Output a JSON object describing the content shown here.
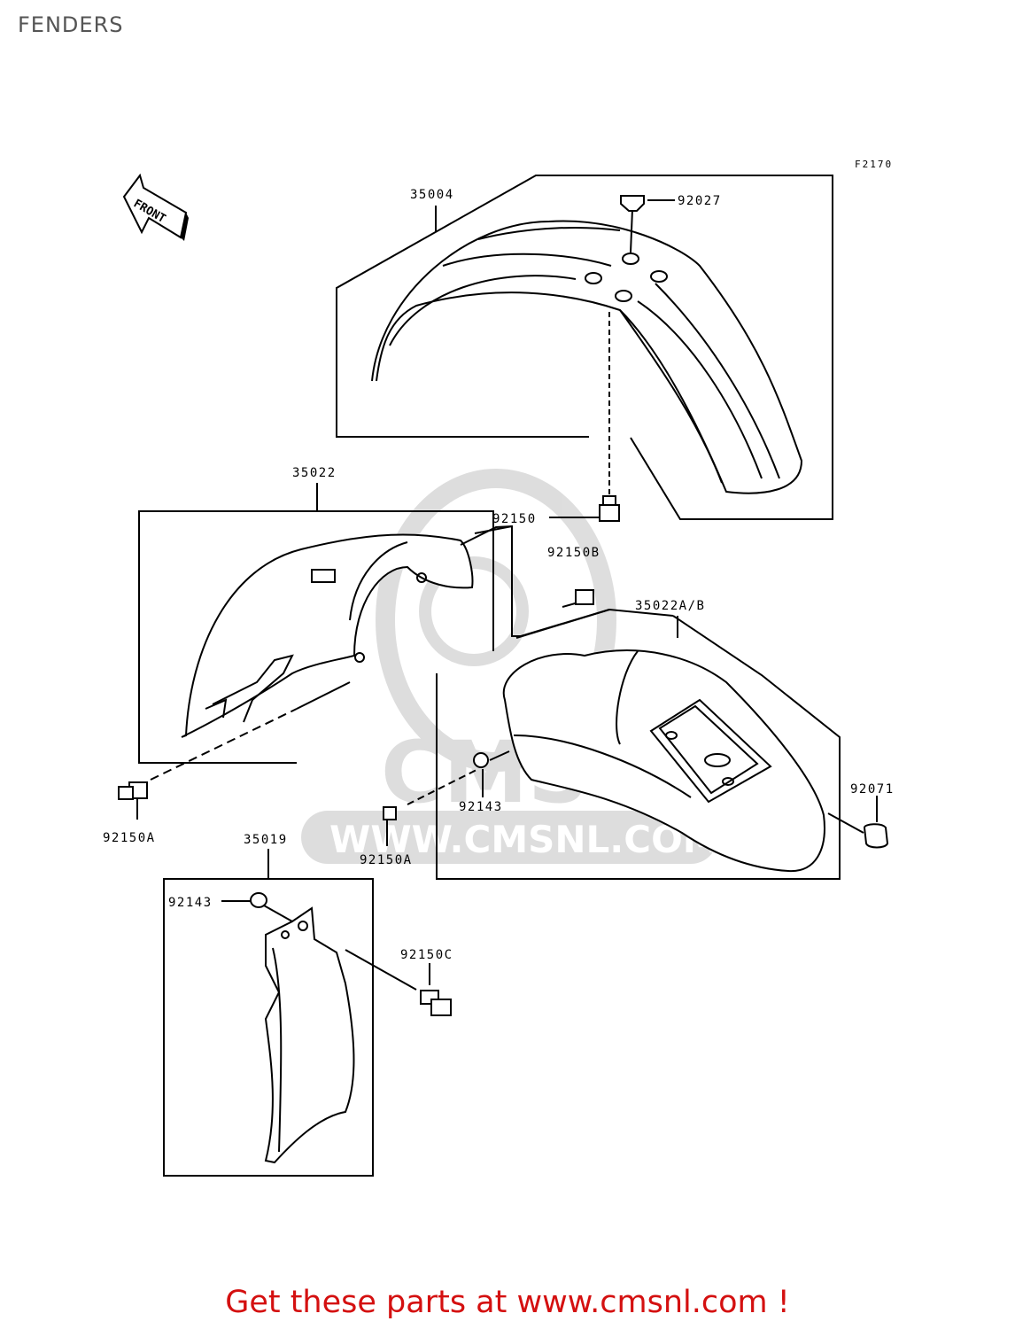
{
  "page": {
    "title": "FENDERS"
  },
  "diagram": {
    "figure_code": "F2170",
    "front_label": "FRONT",
    "watermark_url": "WWW.CMSNL.COM",
    "watermark_brand": "CMS",
    "parts": {
      "p35004": "35004",
      "p92027": "92027",
      "p35022": "35022",
      "p92150": "92150",
      "p92150B": "92150B",
      "p35022AB": "35022A/B",
      "p92071": "92071",
      "p92143_mid": "92143",
      "p92150A_left": "92150A",
      "p92150A_mid": "92150A",
      "p35019": "35019",
      "p92143_low": "92143",
      "p92150C": "92150C"
    }
  },
  "footer": {
    "cta": "Get these parts at www.cmsnl.com !"
  }
}
